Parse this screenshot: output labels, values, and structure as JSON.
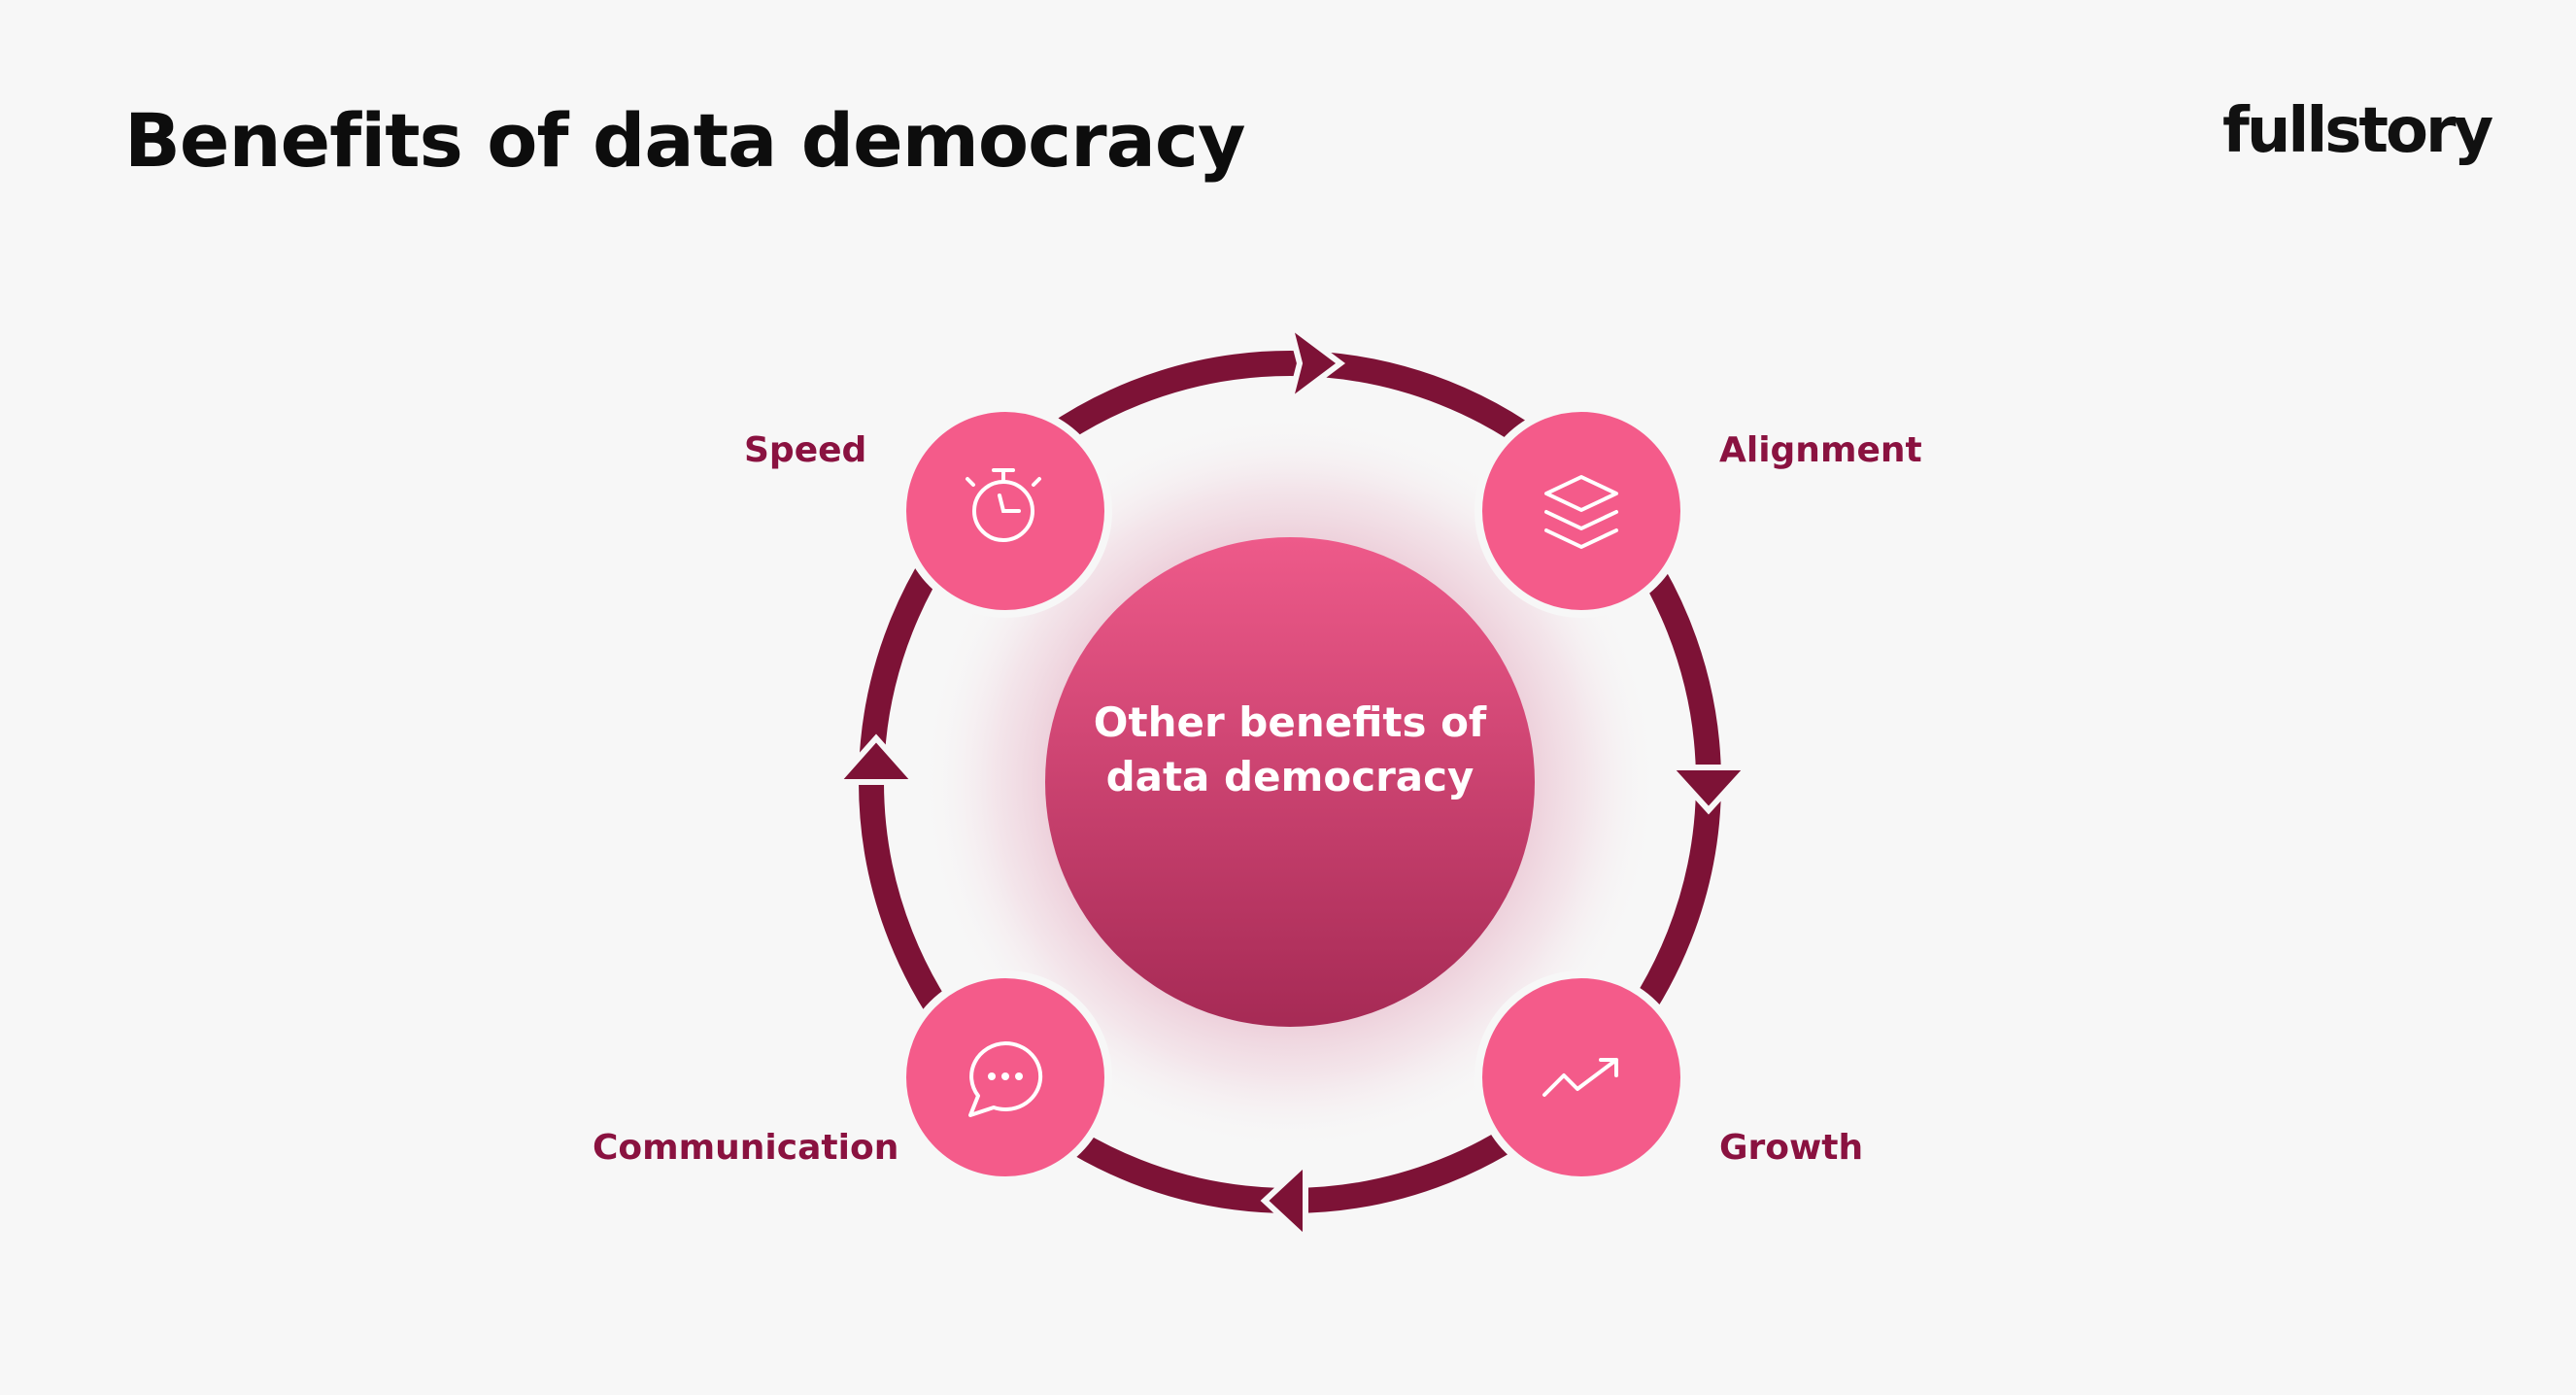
{
  "title": "Benefits of data democracy",
  "brand": {
    "logo_text": "fullstory"
  },
  "center": {
    "text": "Other benefits of data democracy"
  },
  "nodes": [
    {
      "label": "Speed",
      "icon": "stopwatch-icon"
    },
    {
      "label": "Alignment",
      "icon": "layers-icon"
    },
    {
      "label": "Growth",
      "icon": "trend-up-icon"
    },
    {
      "label": "Communication",
      "icon": "chat-bubble-icon"
    }
  ],
  "colors": {
    "background": "#f7f7f7",
    "ring": "#7d1236",
    "node_fill": "#f45b8a",
    "center_top": "#ee5a8a",
    "center_bottom": "#a62a55",
    "label": "#8a1240"
  }
}
